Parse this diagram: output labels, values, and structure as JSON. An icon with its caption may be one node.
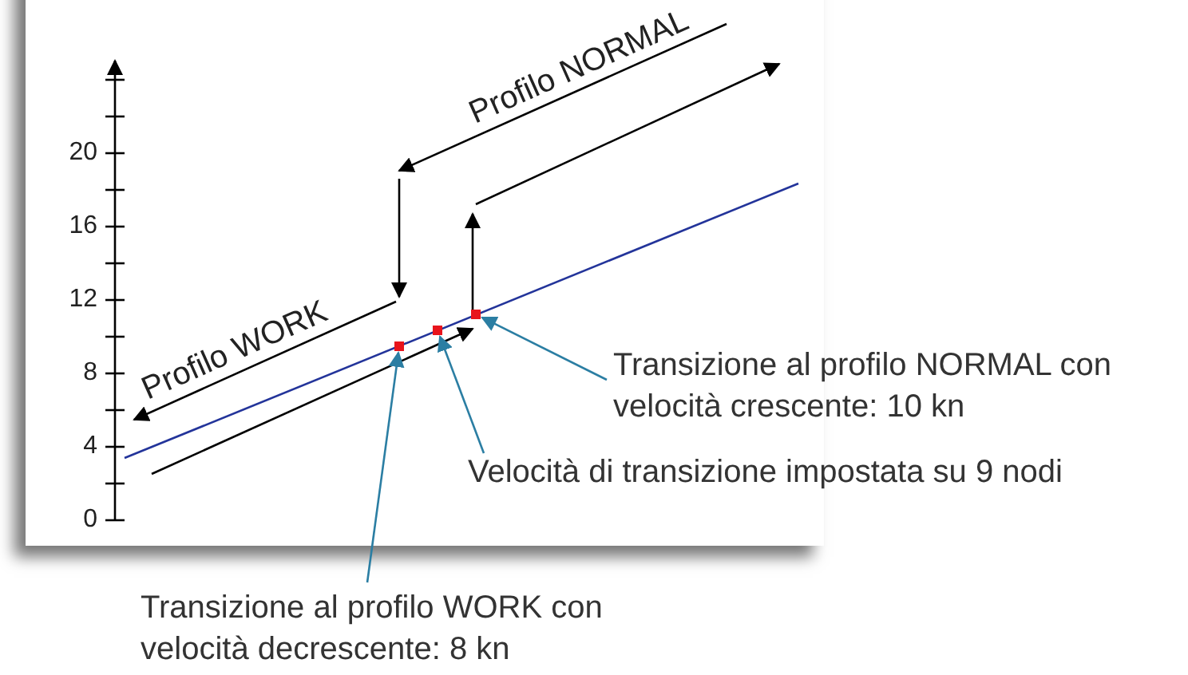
{
  "diagram": {
    "nodes": [
      {
        "text": [
          "Transizione al profilo NORMAL con velocità crescente: 10 kn"
        ]
      },
      {
        "text": [
          "Velocità di transizione impostata su 9 nodi"
        ]
      },
      {
        "text": [
          "Transizione al profilo WORK con velocità decrescente: 8 kn"
        ]
      },
      {
        "text": [],
        "shape": "box"
      },
      {
        "text": [],
        "shape": "box"
      },
      {
        "text": [],
        "shape": "box"
      }
    ],
    "edges": [
      {
        "from": 0,
        "to": 5,
        "arrow": "to"
      },
      {
        "from": 1,
        "to": 4,
        "arrow": "to"
      },
      {
        "from": 2,
        "to": 3,
        "arrow": "to"
      }
    ],
    "labels": [
      "20",
      "16",
      "12",
      "8",
      "4",
      "0",
      "Profilo NORMAL",
      "Profilo WORK"
    ]
  }
}
